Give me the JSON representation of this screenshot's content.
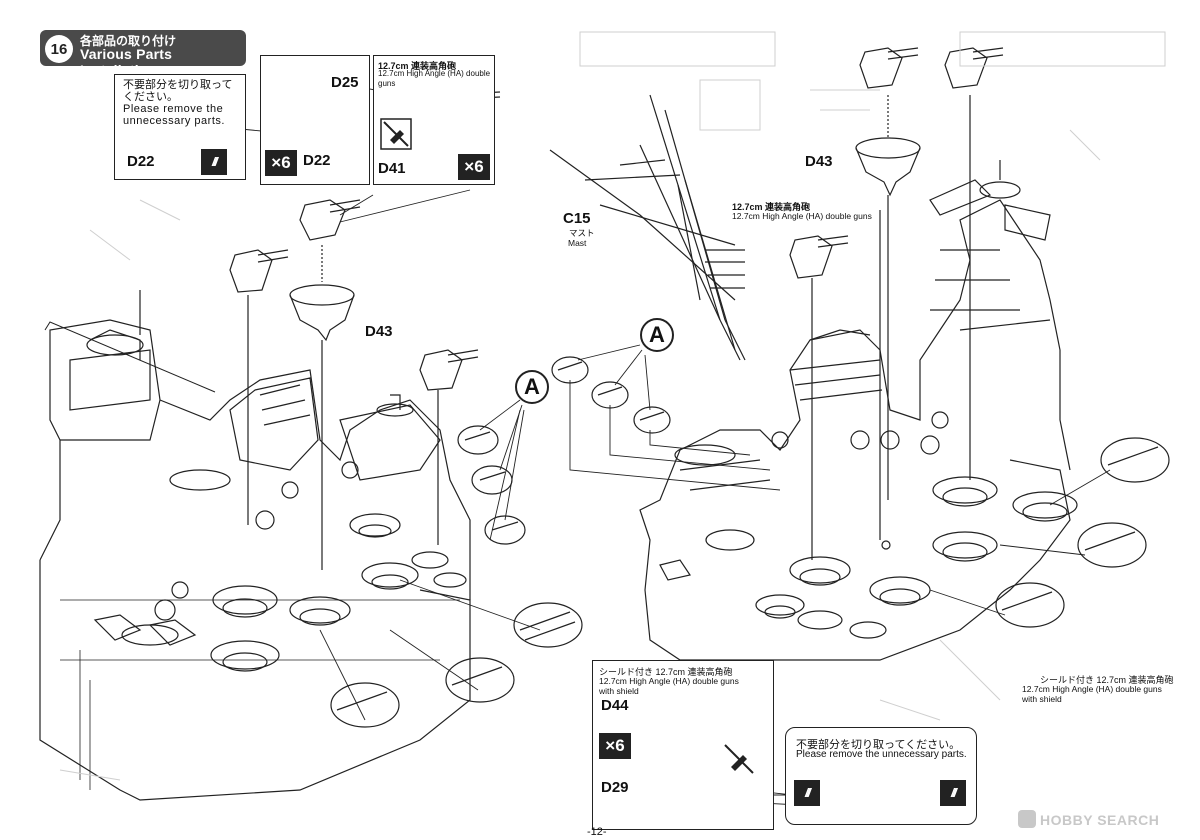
{
  "step": {
    "number": "16",
    "title_jp": "各部品の取り付け",
    "title_en": "Various Parts Installation"
  },
  "note_top_left": {
    "jp_line1": "不要部分を切り取って",
    "jp_line2": "ください。",
    "en_line1": "Please remove the",
    "en_line2": "unnecessary parts.",
    "part": "D22"
  },
  "box_d22": {
    "part_top": "D25",
    "part_bottom": "D22",
    "qty": "×6"
  },
  "box_ha_gun": {
    "caption_jp": "12.7cm  連装高角砲",
    "caption_en": "12.7cm High Angle (HA) double guns",
    "part": "D41",
    "qty": "×6"
  },
  "parts": {
    "d43_left": "D43",
    "d43_right": "D43",
    "c15": "C15",
    "c15_jp": "マスト",
    "c15_en": "Mast",
    "callout_a": "A"
  },
  "caption_mid_right": {
    "jp": "12.7cm  連装高角砲",
    "en": "12.7cm High Angle (HA) double guns"
  },
  "shield_box": {
    "caption_jp": "シールド付き 12.7cm  連装高角砲",
    "caption_en_line1": "12.7cm High Angle (HA) double guns",
    "caption_en_line2": "with shield",
    "part_top": "D44",
    "qty": "×6",
    "part_bottom": "D29"
  },
  "shield_right": {
    "caption_jp": "シールド付き 12.7cm  連装高角砲",
    "caption_en_line1": "12.7cm High Angle (HA) double guns",
    "caption_en_line2": "with shield"
  },
  "remove_box": {
    "jp": "不要部分を切り取ってください。",
    "en": "Please remove the unnecessary parts."
  },
  "footer": {
    "page": "-12-",
    "watermark": "HOBBY SEARCH"
  }
}
